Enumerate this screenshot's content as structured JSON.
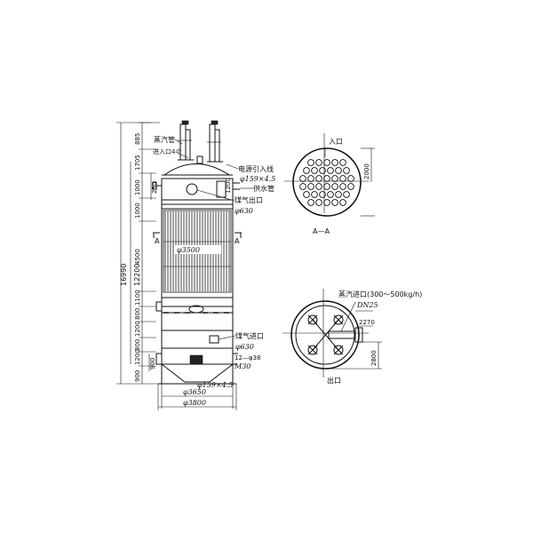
{
  "drawing": {
    "front_view": {
      "vertical_dims_left": [
        "885",
        "1705",
        "1000",
        "1000",
        "4500",
        "1100",
        "800",
        "1200",
        "800",
        "1200",
        "900"
      ],
      "vertical_dims_mid": [
        "250",
        "900"
      ],
      "overall_height": "16990",
      "main_height": "12200",
      "small_dim_right": "1200",
      "labels": {
        "steam_pipe": "蒸汽管",
        "inlet_4": "进入口4个",
        "power_lead": "电源引入线",
        "pipe_spec": "φ159×4.5",
        "water_supply": "供水管",
        "gas_outlet": "煤气出口",
        "gas_outlet_dia": "φ630",
        "section_mark": "A",
        "shell_dia": "φ3500",
        "gas_inlet": "煤气进口",
        "gas_inlet_dia": "φ630",
        "bolts": "12—φ38",
        "bolt_thread": "M30",
        "bottom_pipe": "φ159×4.5",
        "base_dia_1": "φ3650",
        "base_dia_2": "φ3800"
      }
    },
    "section_aa": {
      "inlet": "入口",
      "dim": "2000",
      "caption": "A—A"
    },
    "bottom_view": {
      "steam_inlet": "蒸汽进口(300～500kg/h)",
      "dn": "DN25",
      "dim_2270": "2270",
      "dim_2800": "2800",
      "outlet": "出口"
    }
  }
}
